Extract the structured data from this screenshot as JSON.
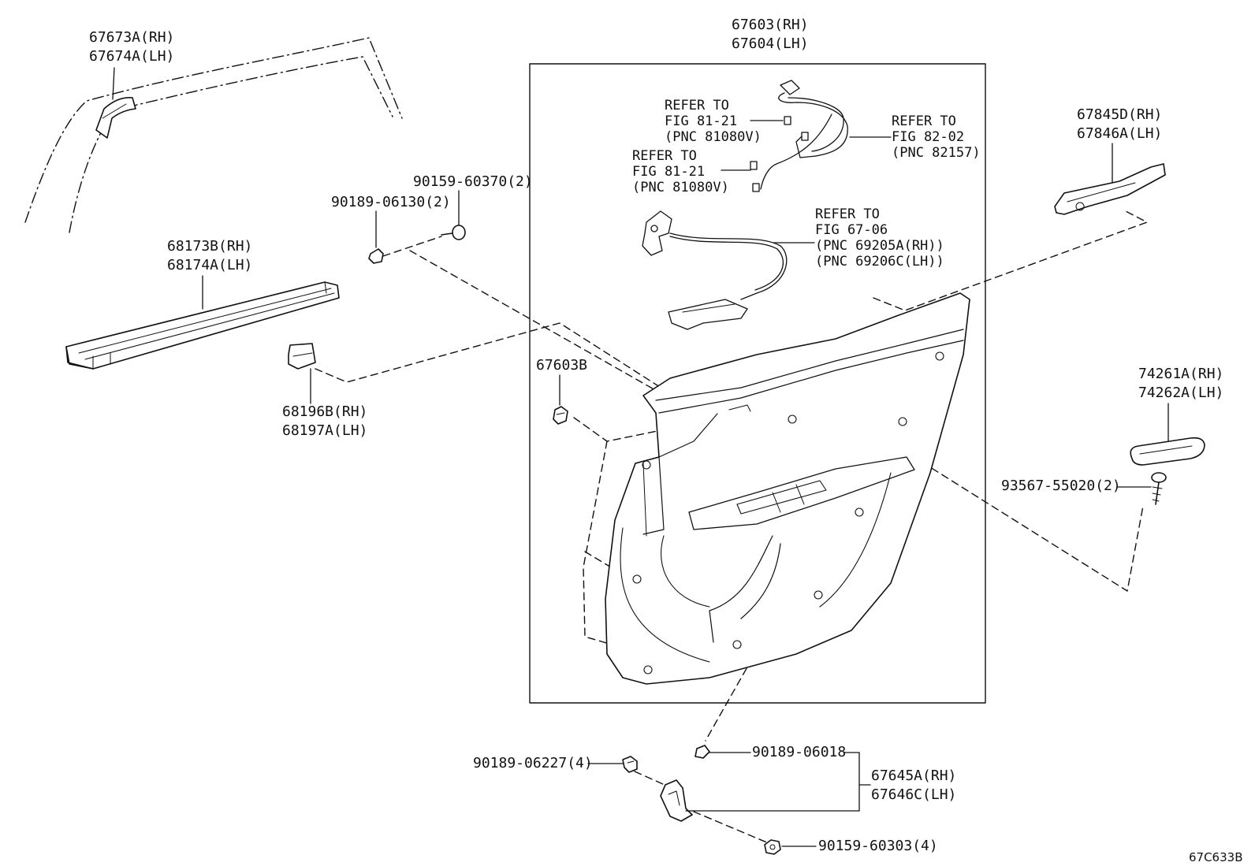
{
  "labels": {
    "glass_channel": [
      "67673A(RH)",
      "67674A(LH)"
    ],
    "trim_board": [
      "67603(RH)",
      "67604(LH)"
    ],
    "refer_81_21_a": [
      "REFER TO",
      "FIG 81-21",
      "(PNC 81080V)"
    ],
    "refer_82_02": [
      "REFER TO",
      "FIG 82-02",
      "(PNC 82157)"
    ],
    "refer_81_21_b": [
      "REFER TO",
      "FIG 81-21",
      "(PNC 81080V)"
    ],
    "refer_67_06": [
      "REFER TO",
      "FIG 67-06",
      "(PNC 69205A(RH))",
      "(PNC 69206C(LH))"
    ],
    "armrest_base": [
      "67845D(RH)",
      "67846A(LH)"
    ],
    "screw_90159_60370": "90159-60370(2)",
    "clip_90189_06130": "90189-06130(2)",
    "weatherstrip": [
      "68173B(RH)",
      "68174A(LH)"
    ],
    "cover_68196": [
      "68196B(RH)",
      "68197A(LH)"
    ],
    "clip_67603b": "67603B",
    "armrest_trim": [
      "74261A(RH)",
      "74262A(LH)"
    ],
    "screw_93567": "93567-55020(2)",
    "clip_90189_06227": "90189-06227(4)",
    "clip_90189_06018": "90189-06018",
    "bracket": [
      "67645A(RH)",
      "67646C(LH)"
    ],
    "screw_90159_60303": "90159-60303(4)",
    "figure_code": "67C633B"
  }
}
